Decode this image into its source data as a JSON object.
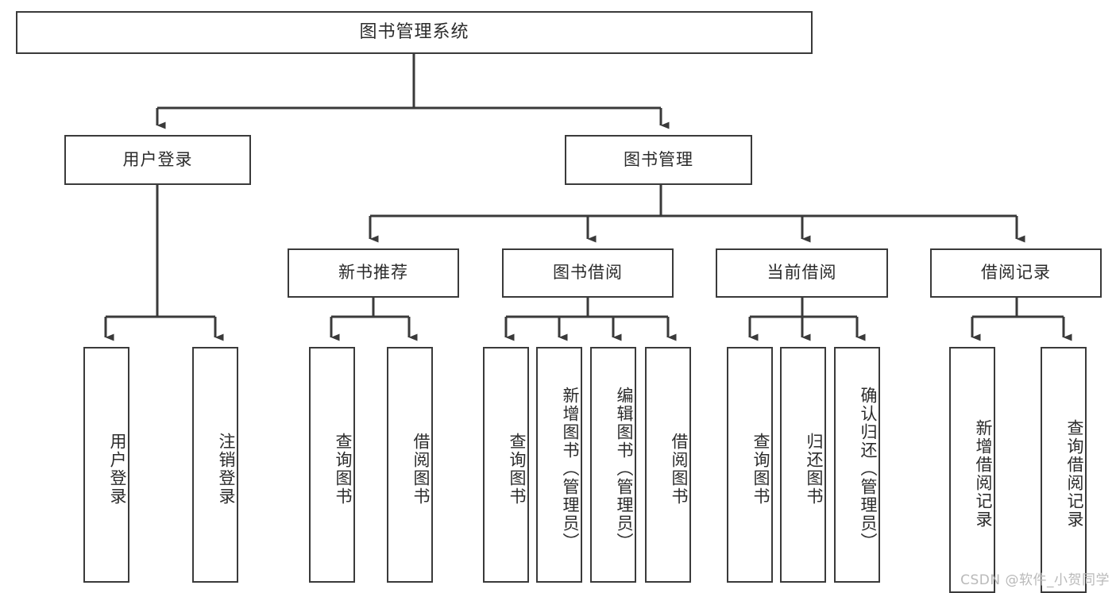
{
  "diagram": {
    "title": "图书管理系统",
    "type": "tree-hierarchy",
    "watermark": "CSDN @软件_小贺同学",
    "colors": {
      "box_border": "#3a3a3a",
      "box_fill": "#ffffff",
      "text": "#2b2b2b",
      "connector": "#3a3a3a",
      "watermark": "#b9b9b9",
      "background": "#ffffff"
    },
    "levels": {
      "level1": {
        "root_label": "图书管理系统"
      },
      "level2": [
        {
          "label": "用户登录"
        },
        {
          "label": "图书管理"
        }
      ],
      "level3": [
        {
          "label": "新书推荐"
        },
        {
          "label": "图书借阅"
        },
        {
          "label": "当前借阅"
        },
        {
          "label": "借阅记录"
        }
      ],
      "level4": {
        "user_login_children": [
          {
            "label": "用户登录"
          },
          {
            "label": "注销登录"
          }
        ],
        "new_book_children": [
          {
            "label": "查询图书"
          },
          {
            "label": "借阅图书"
          }
        ],
        "borrow_children": [
          {
            "label": "查询图书"
          },
          {
            "label": "新增图书（管理员）"
          },
          {
            "label": "编辑图书（管理员）"
          },
          {
            "label": "借阅图书"
          }
        ],
        "current_borrow_children": [
          {
            "label": "查询图书"
          },
          {
            "label": "归还图书"
          },
          {
            "label": "确认归还（管理员）"
          }
        ],
        "record_children": [
          {
            "label": "新增借阅记录"
          },
          {
            "label": "查询借阅记录"
          }
        ]
      }
    }
  }
}
